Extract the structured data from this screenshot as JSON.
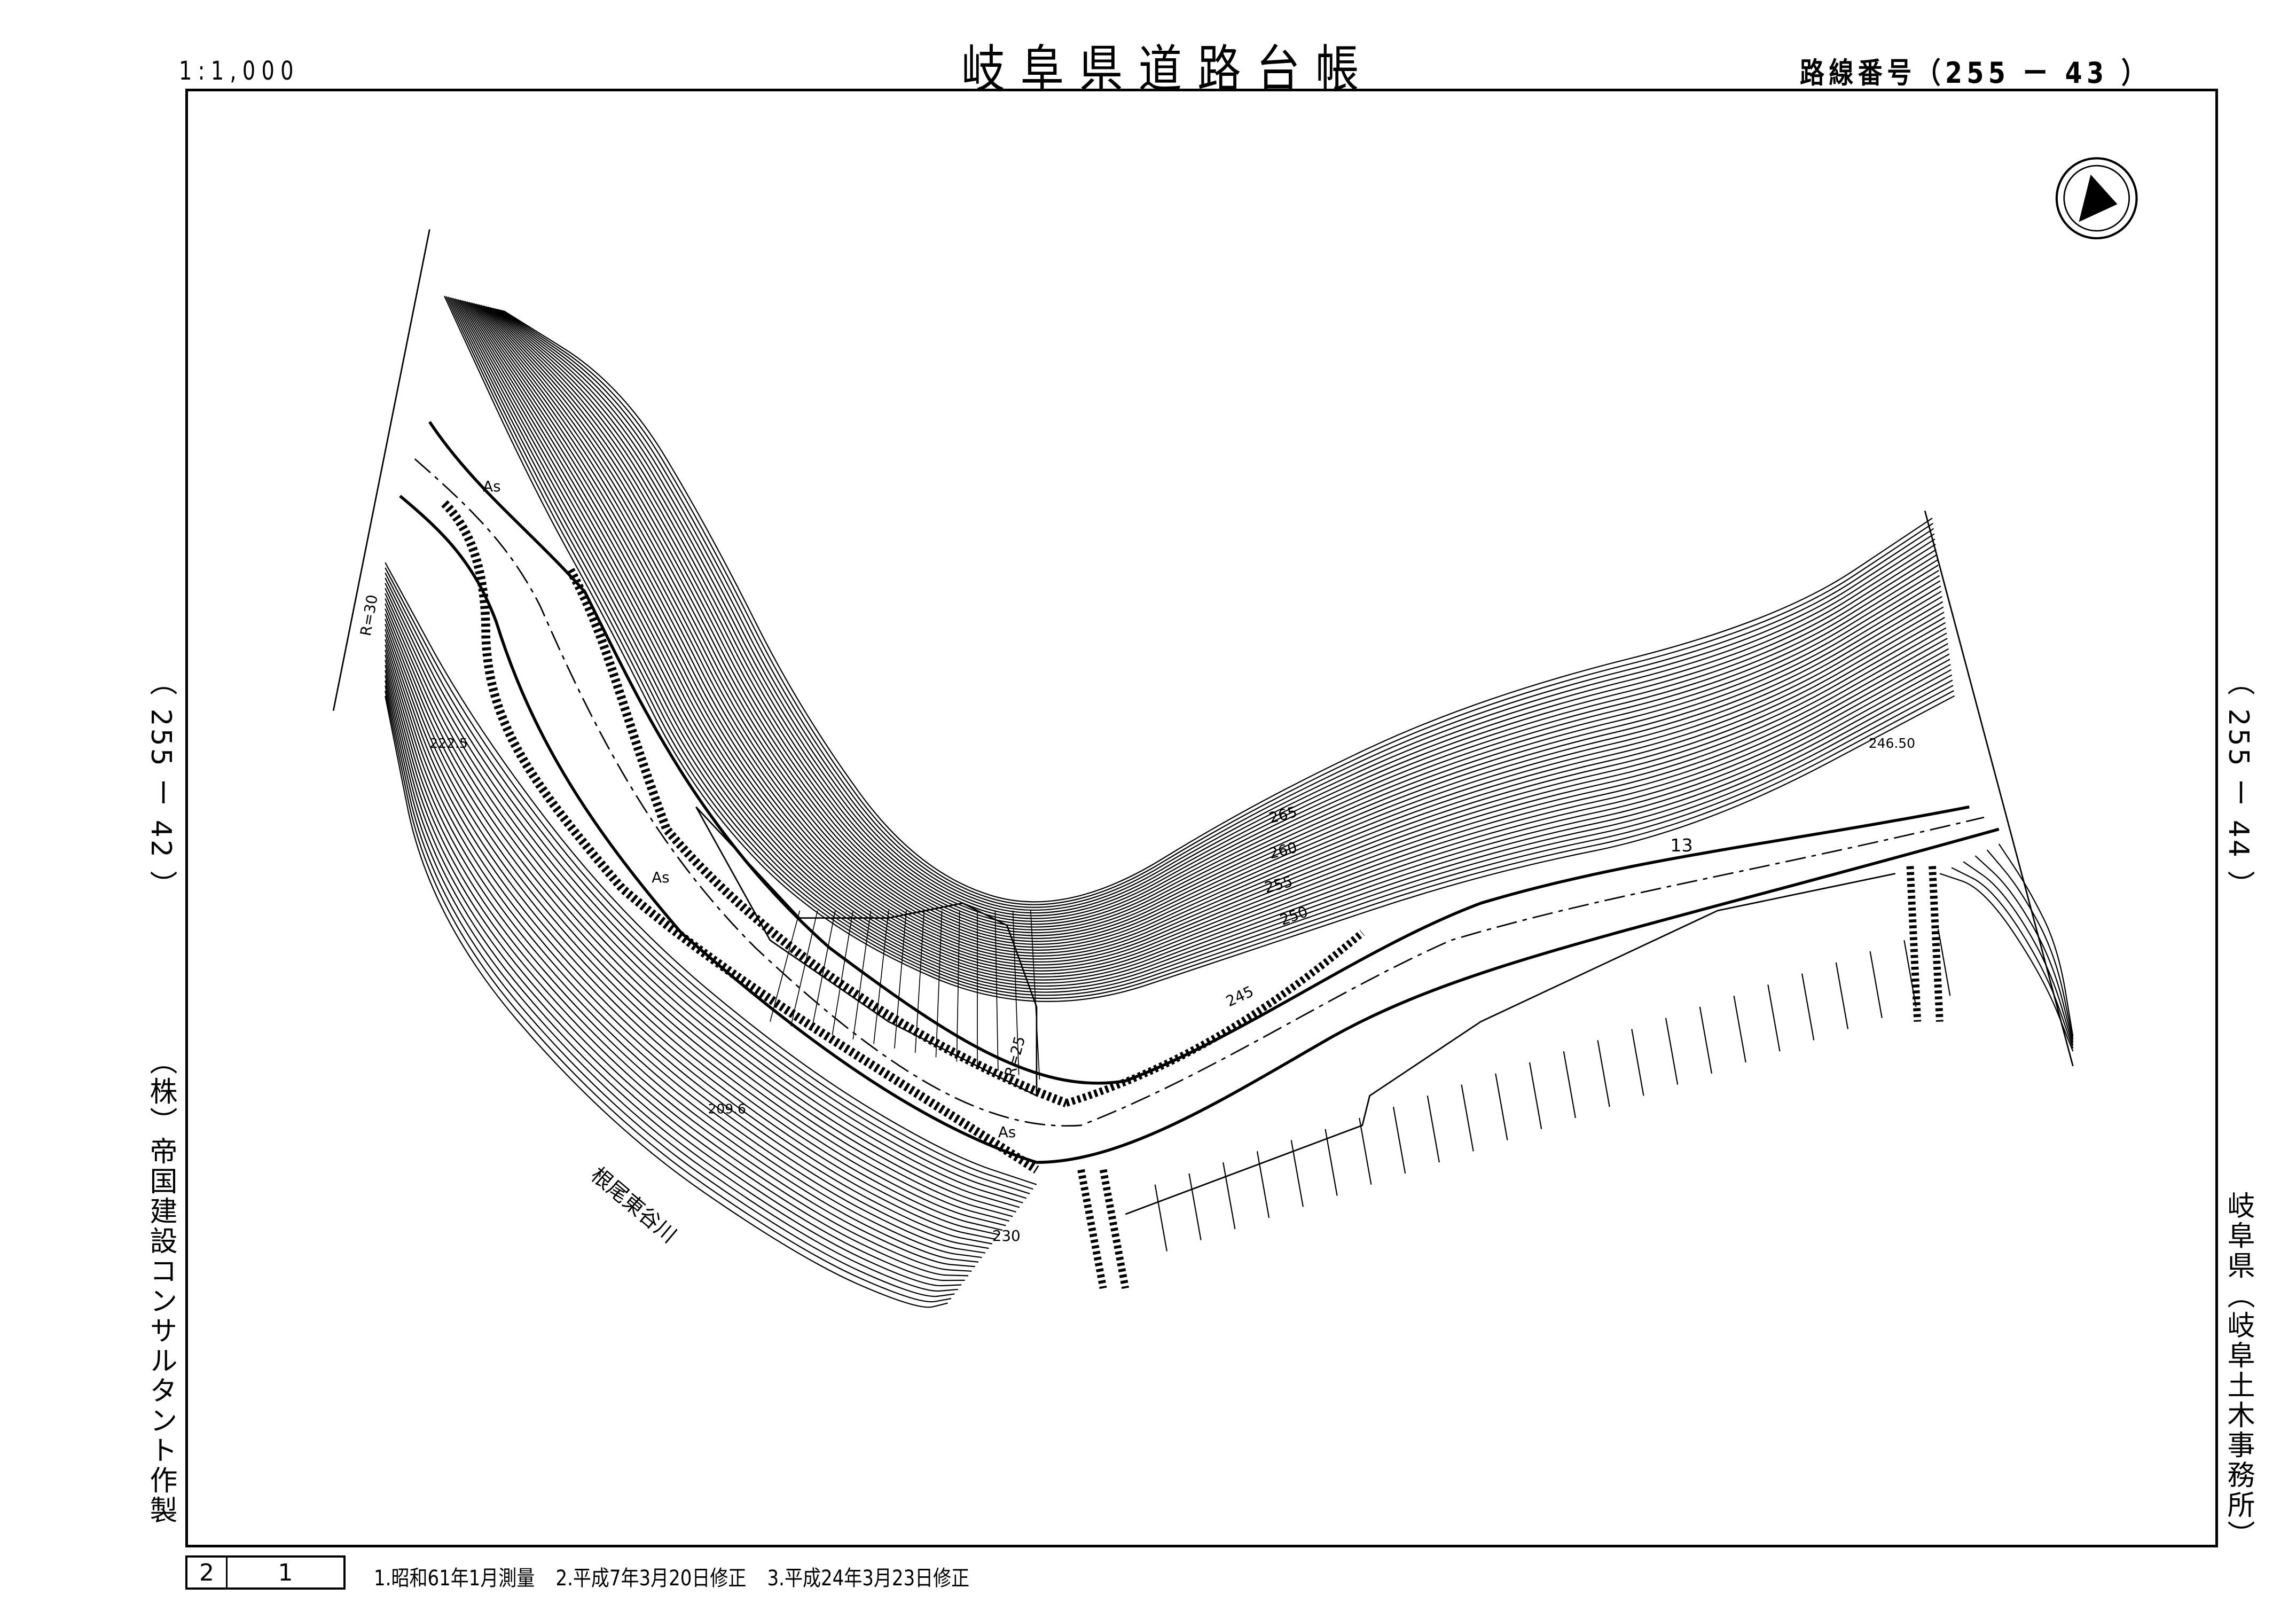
{
  "header": {
    "scale": "1:1,000",
    "title": "岐阜県道路台帳",
    "route_number": "路線番号（255 ー 43 ）"
  },
  "side": {
    "left_adjacent": "（ 255 ー 42 ）",
    "right_adjacent": "（ 255 ー 44 ）",
    "maker": "（株）帝国建設コンサルタント作製",
    "office": "岐阜県（岐阜土木事務所）"
  },
  "footer": {
    "sheet_number": "2",
    "sheet_sub": "1",
    "history": [
      "1.昭和61年1月測量",
      "2.平成7年3月20日修正",
      "3.平成24年3月23日修正"
    ]
  },
  "map": {
    "labels": {
      "c265": "265",
      "c260": "260",
      "c255": "255",
      "c250": "250",
      "c245": "245",
      "c230": "230",
      "spot1": "222.5",
      "spot2": "209.6",
      "spot3": "246.50",
      "r30": "R=30",
      "r25": "R=25",
      "river": "根尾東谷川",
      "as1": "As",
      "as2": "As",
      "as3": "As",
      "n13": "13"
    }
  }
}
